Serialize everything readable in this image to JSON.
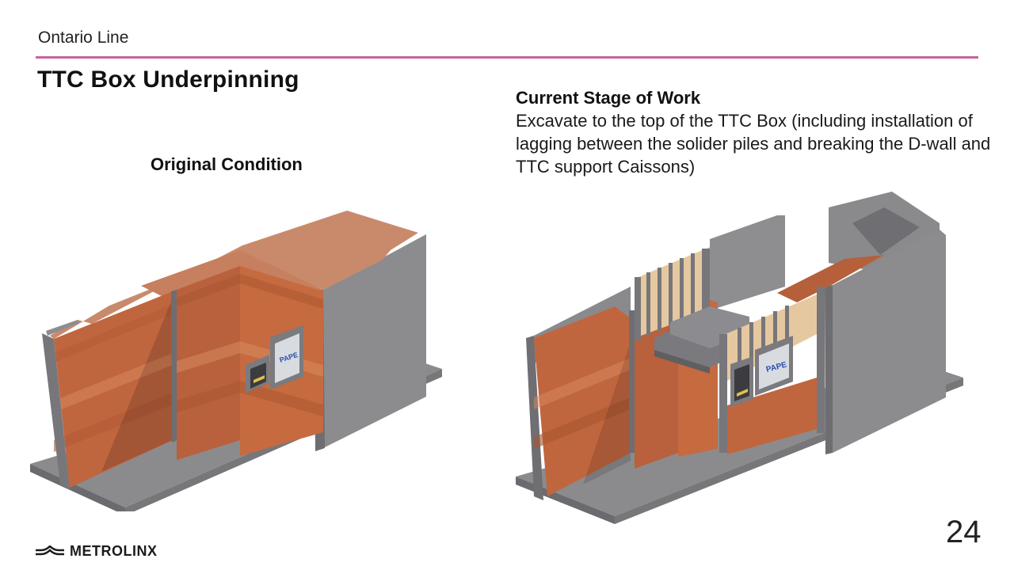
{
  "header": {
    "section": "Ontario Line",
    "accent_color": "#c9619d"
  },
  "slide": {
    "title": "TTC Box Underpinning",
    "page_number": "24"
  },
  "left_panel": {
    "label": "Original Condition",
    "figure_sign": "PAPE"
  },
  "right_panel": {
    "heading": "Current Stage of Work",
    "description": "Excavate to the top of the TTC Box (including installation of lagging between the solider piles and breaking the D-wall and TTC support Caissons)",
    "figure_sign": "PAPE"
  },
  "footer": {
    "logo_text": "METROLINX",
    "logo_icon": "metrolinx-wave-icon"
  },
  "colors": {
    "soil": "#c0663f",
    "soil_top": "#c9805f",
    "concrete": "#8a8a8c",
    "concrete_dark": "#6e6e72"
  }
}
